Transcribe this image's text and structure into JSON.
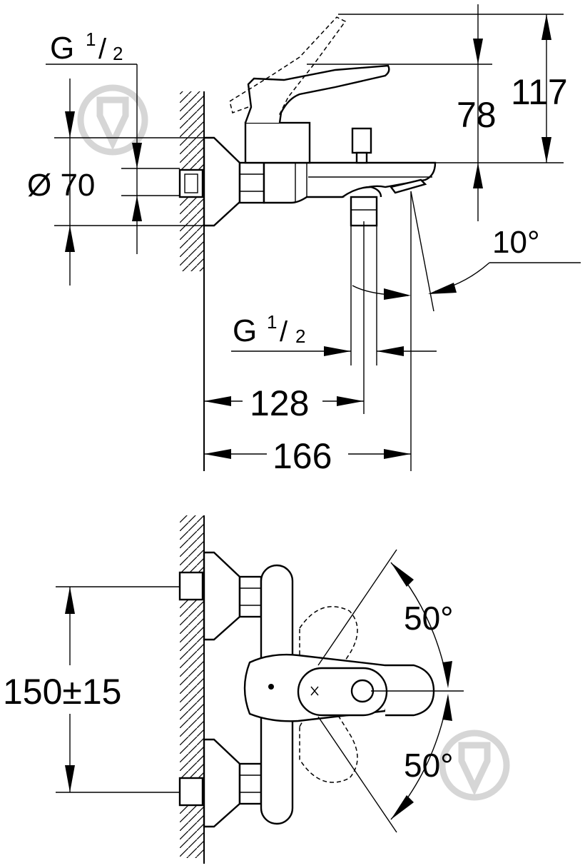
{
  "side_view": {
    "thread_top": {
      "main": "G",
      "sup": "1",
      "sub": "2"
    },
    "diameter": "Ø 70",
    "height_78": "78",
    "height_117": "117",
    "angle": "10°",
    "thread_bottom": {
      "main": "G",
      "sup": "1",
      "sub": "2"
    },
    "length_128": "128",
    "length_166": "166"
  },
  "front_view": {
    "spacing": "150±15",
    "angle_up": "50°",
    "angle_down": "50°"
  },
  "colors": {
    "line": "#000000",
    "watermark": "#d6d6d6"
  }
}
